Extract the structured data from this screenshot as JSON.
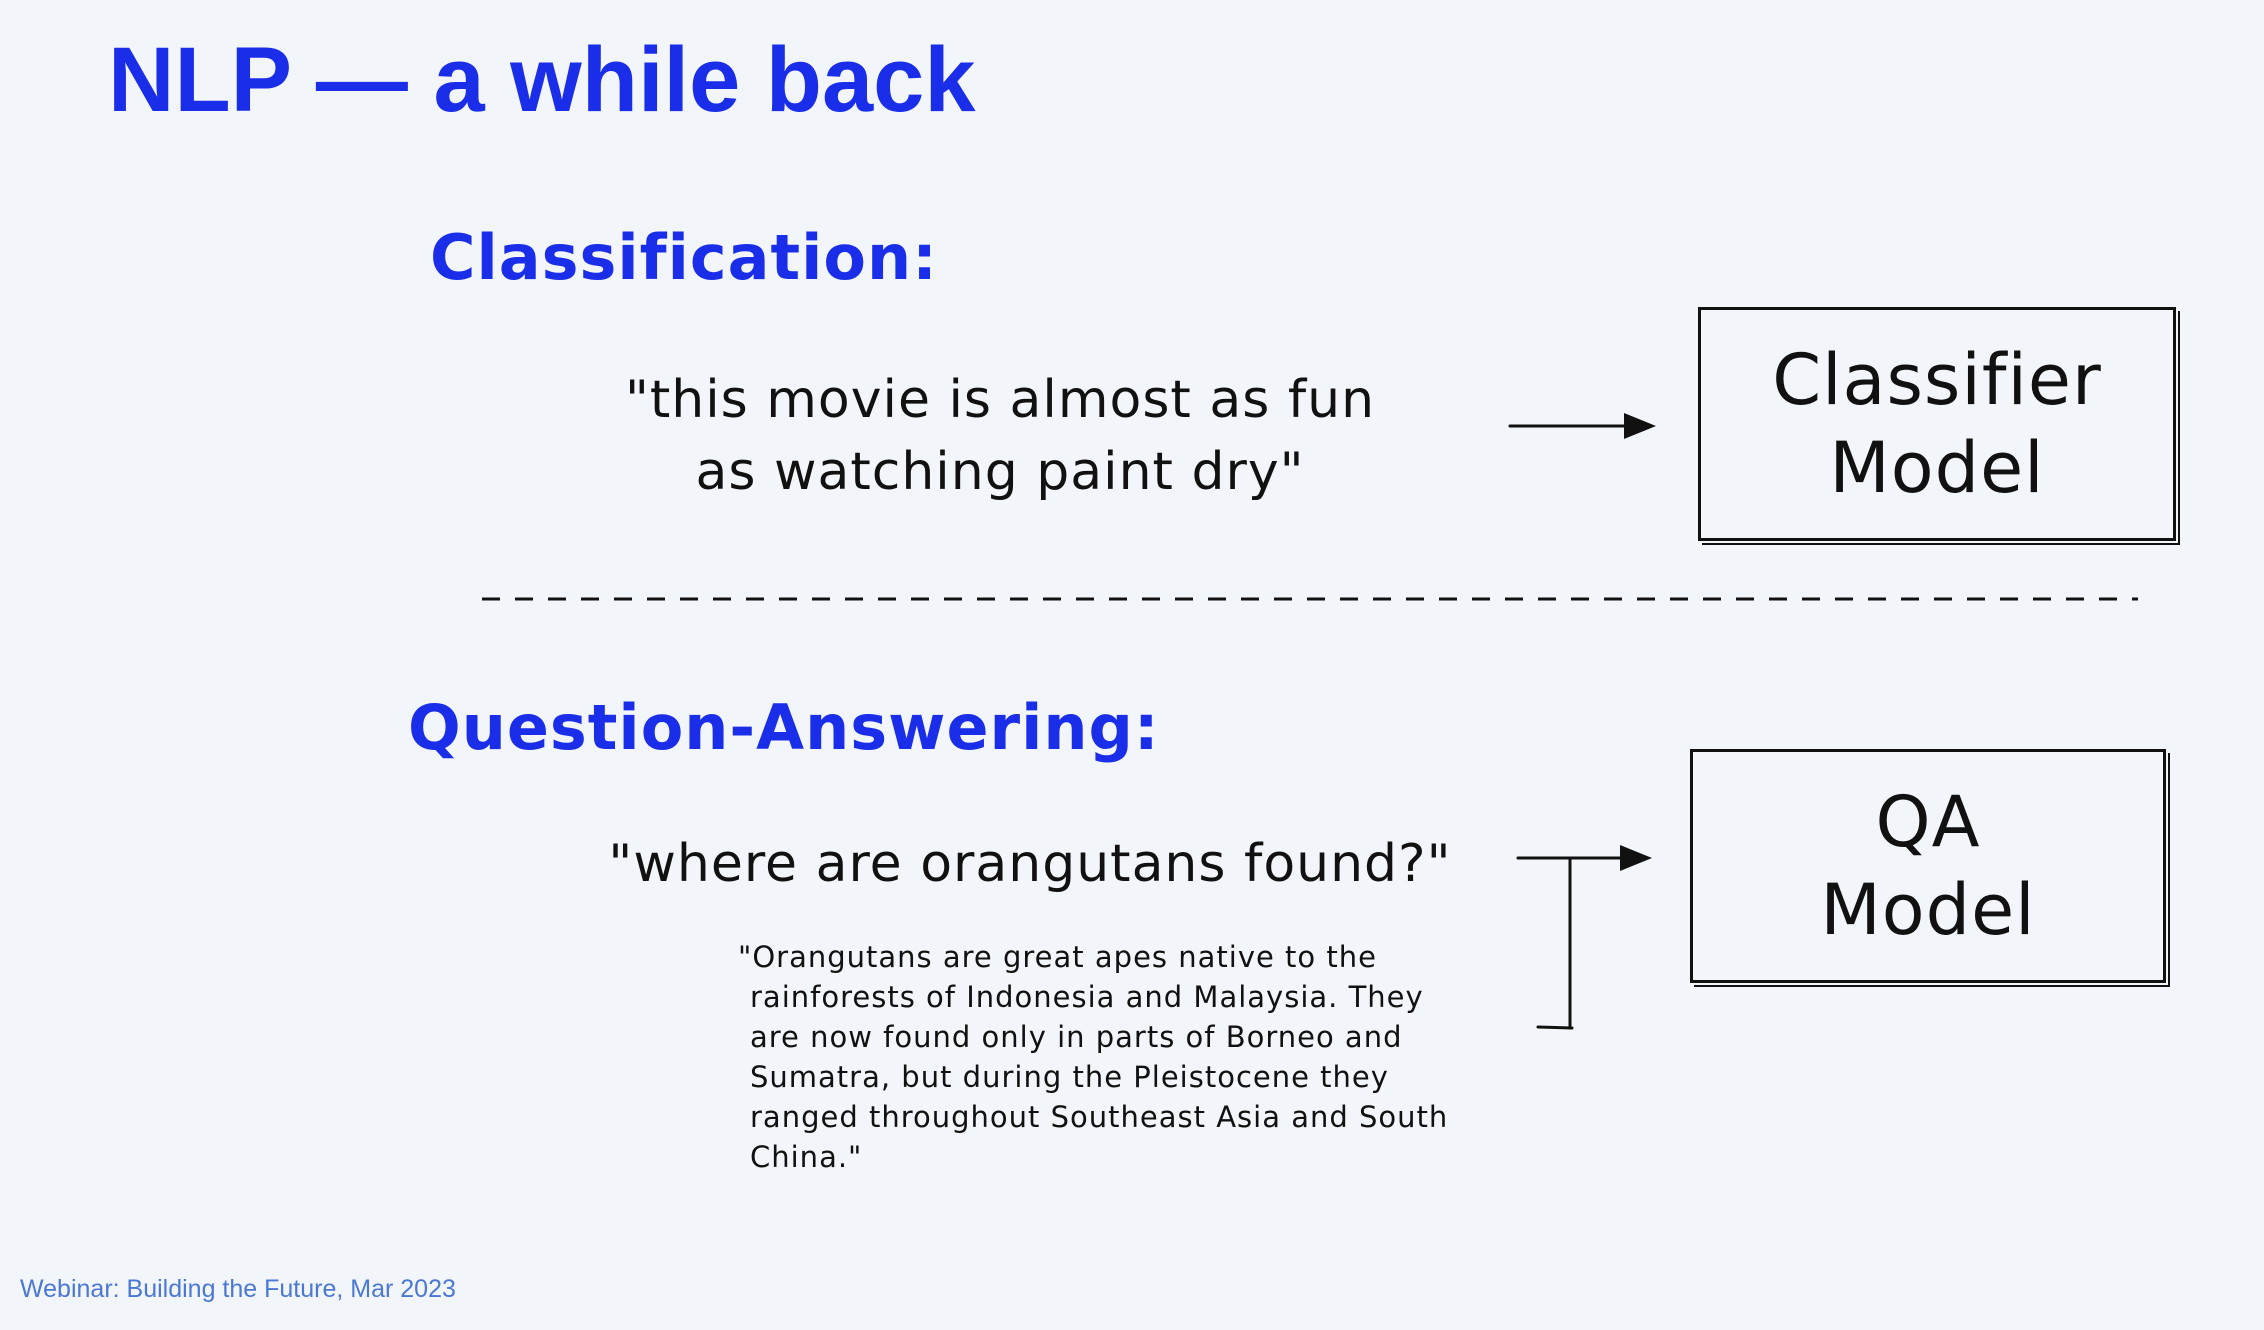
{
  "slide": {
    "title": "NLP — a while back",
    "footer": "Webinar: Building the Future, Mar 2023"
  },
  "classification": {
    "heading": "Classification:",
    "input_line1": "\"this movie is almost as fun",
    "input_line2": "as watching paint dry\"",
    "model_line1": "Classifier",
    "model_line2": "Model"
  },
  "qa": {
    "heading": "Question-Answering:",
    "question": "\"where are orangutans found?\"",
    "context": "\"Orangutans are great apes native to the rainforests of Indonesia and Malaysia. They are now found only in parts of Borneo and Sumatra, but during the Pleistocene they ranged throughout Southeast Asia and South China.\"",
    "model_line1": "QA",
    "model_line2": "Model"
  },
  "colors": {
    "accent": "#1a2de8",
    "ink": "#111111",
    "footer": "#4a78d4",
    "background": "#f2f5f9"
  }
}
